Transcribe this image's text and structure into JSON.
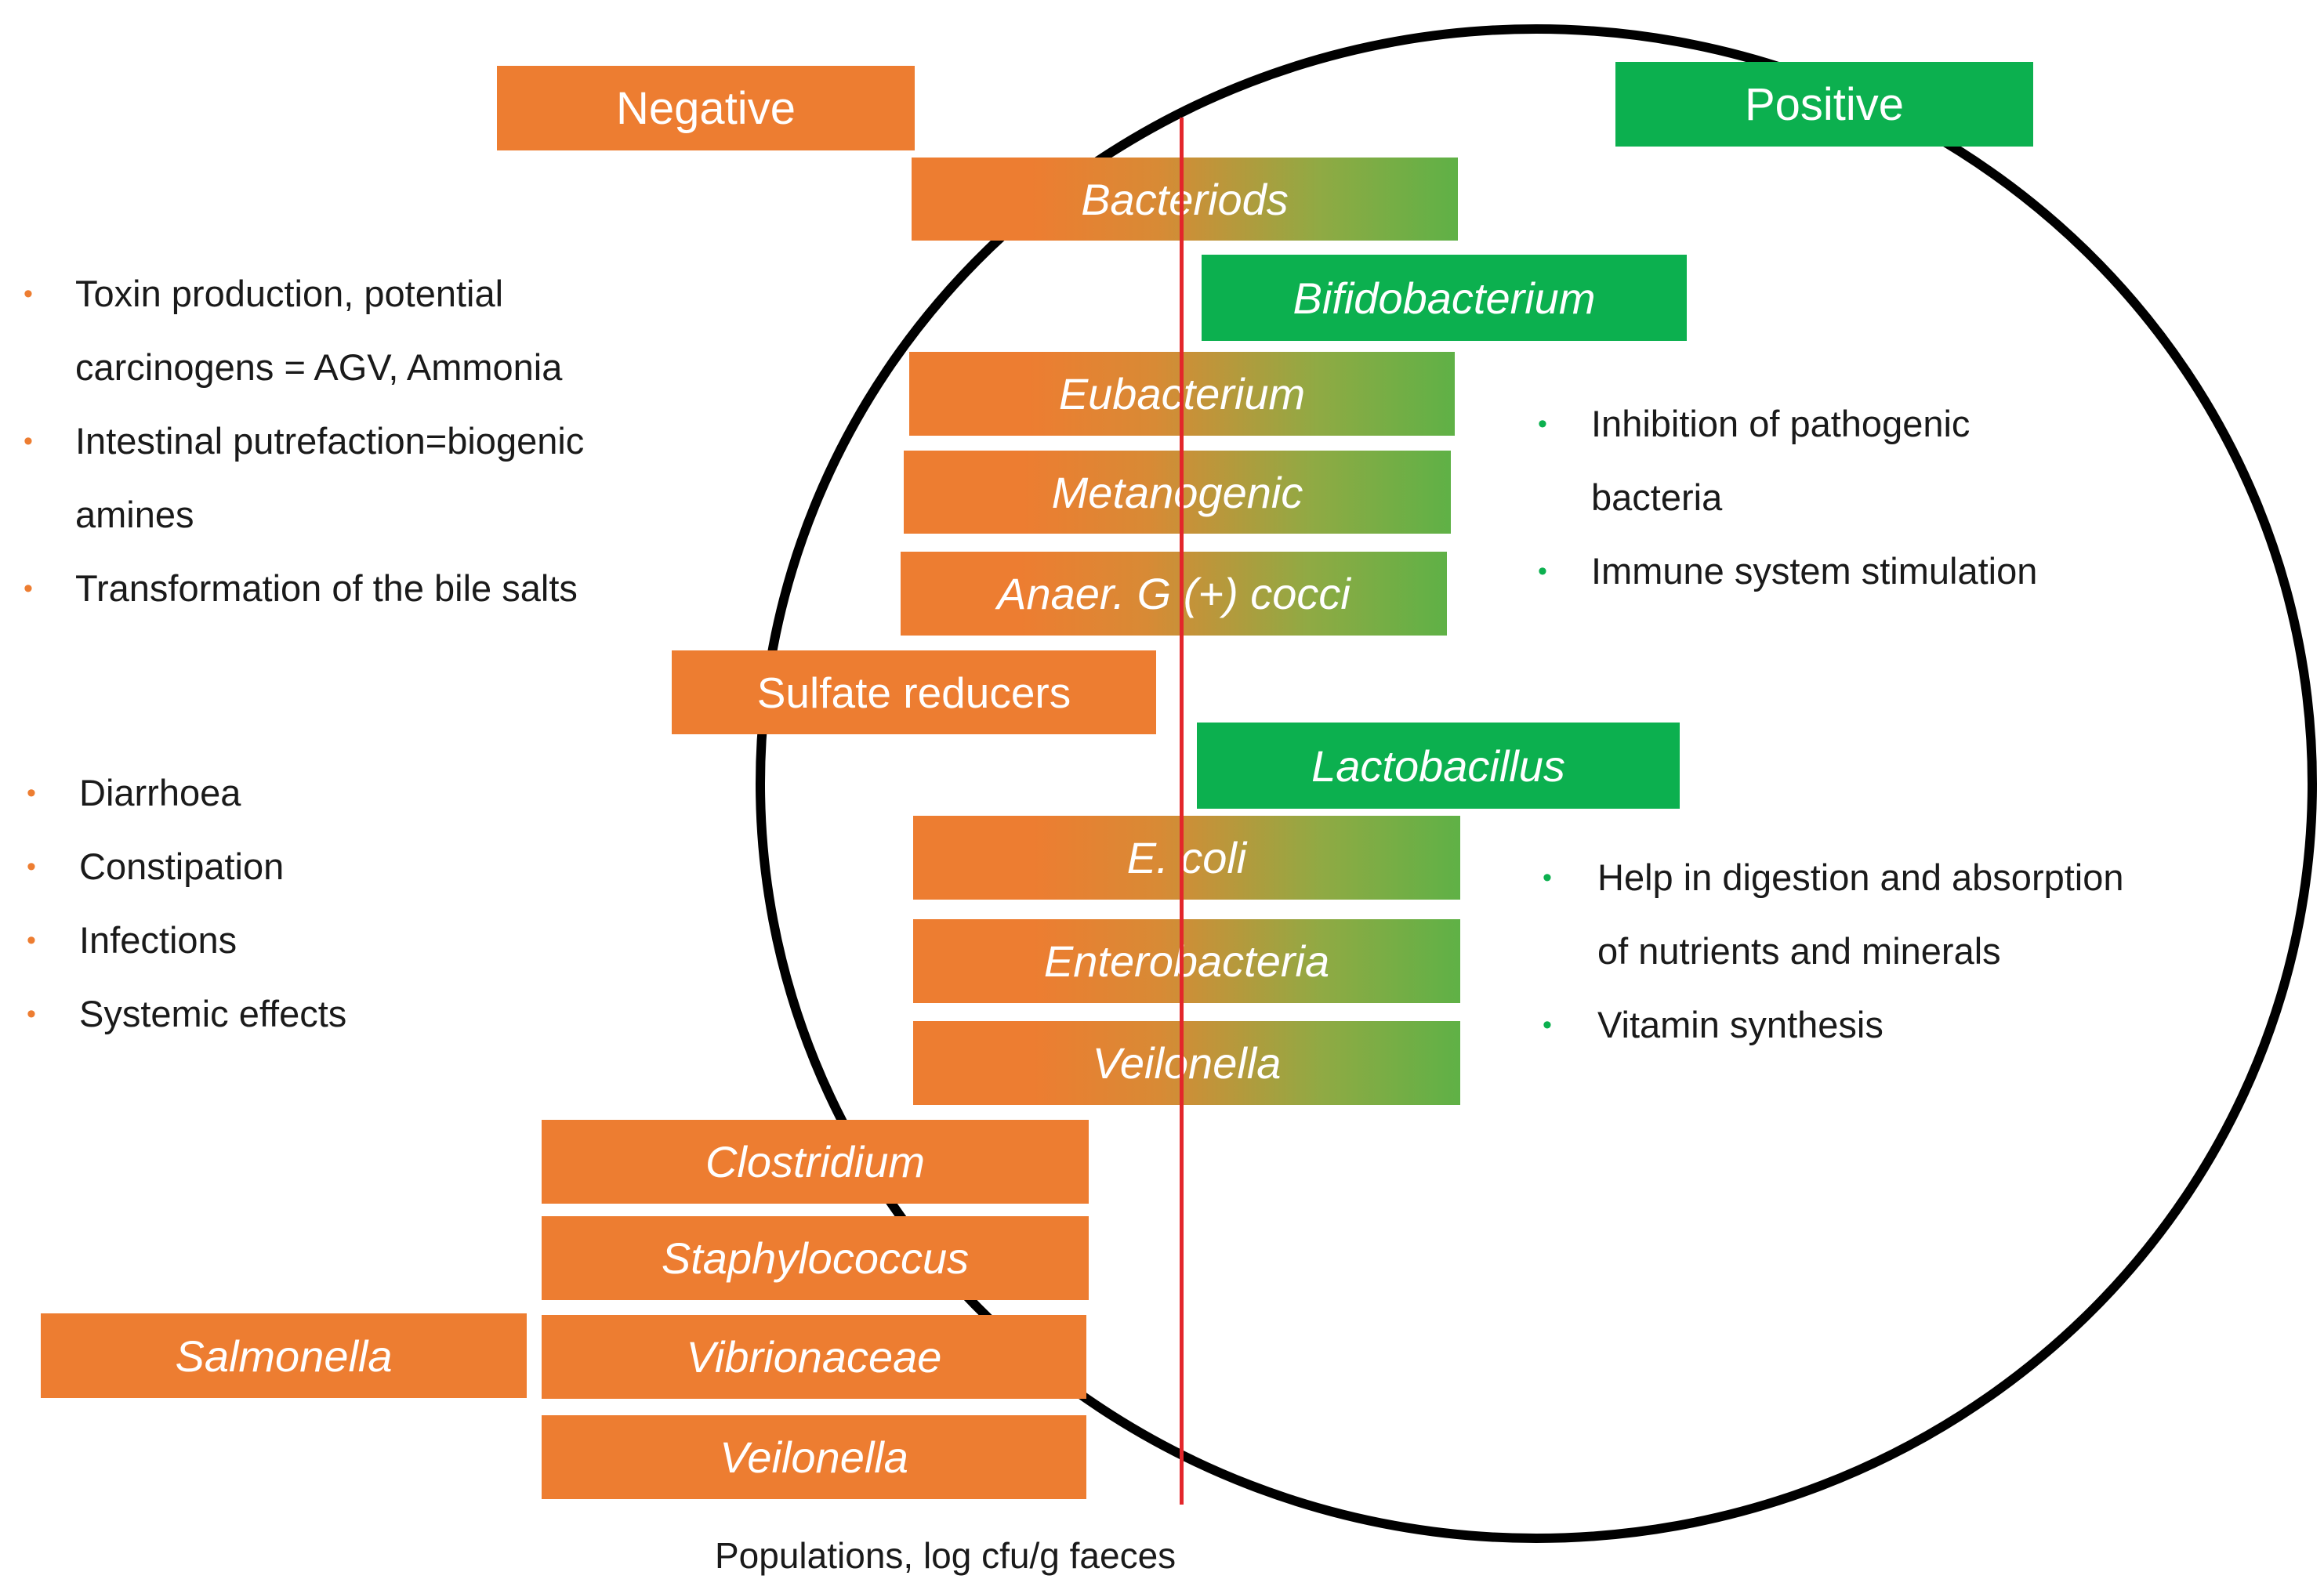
{
  "headers": {
    "negative": "Negative",
    "positive": "Positive"
  },
  "colors": {
    "negative": "#ED7D31",
    "positive": "#0CB04F",
    "divider": "#E3262B",
    "text": "#1a1a1a"
  },
  "boxes": {
    "bacteriods": "Bacteriods",
    "bifidobacterium": "Bifidobacterium",
    "eubacterium": "Eubacterium",
    "metanogenic": "Metanogenic",
    "anaer_cocci": "Anaer. G (+) cocci",
    "sulfate_reducers": "Sulfate reducers",
    "lactobacillus": "Lactobacillus",
    "e_coli": "E. coli",
    "enterobacteria": "Enterobacteria",
    "veilonella_upper": "Veilonella",
    "clostridium": "Clostridium",
    "staphylococcus": "Staphylococcus",
    "salmonella": "Salmonella",
    "vibrionaceae": "Vibrionaceae",
    "veilonella_lower": "Veilonella"
  },
  "negative_effects_top": [
    {
      "line1": "Toxin production, potential",
      "line2": "carcinogens = AGV, Ammonia"
    },
    {
      "line1": "Intestinal putrefaction=biogenic",
      "line2": "amines"
    },
    {
      "line1": "Transformation of the bile salts",
      "line2": ""
    }
  ],
  "negative_effects_bottom": [
    "Diarrhoea",
    "Constipation",
    "Infections",
    "Systemic effects"
  ],
  "positive_effects_top": [
    {
      "line1": "Inhibition of pathogenic",
      "line2": "bacteria"
    },
    {
      "line1": "Immune system stimulation",
      "line2": ""
    }
  ],
  "positive_effects_bottom": [
    {
      "line1": "Help in digestion and absorption",
      "line2": "of nutrients and minerals"
    },
    {
      "line1": "Vitamin synthesis",
      "line2": ""
    }
  ],
  "axis_label": "Populations, log cfu/g faeces"
}
